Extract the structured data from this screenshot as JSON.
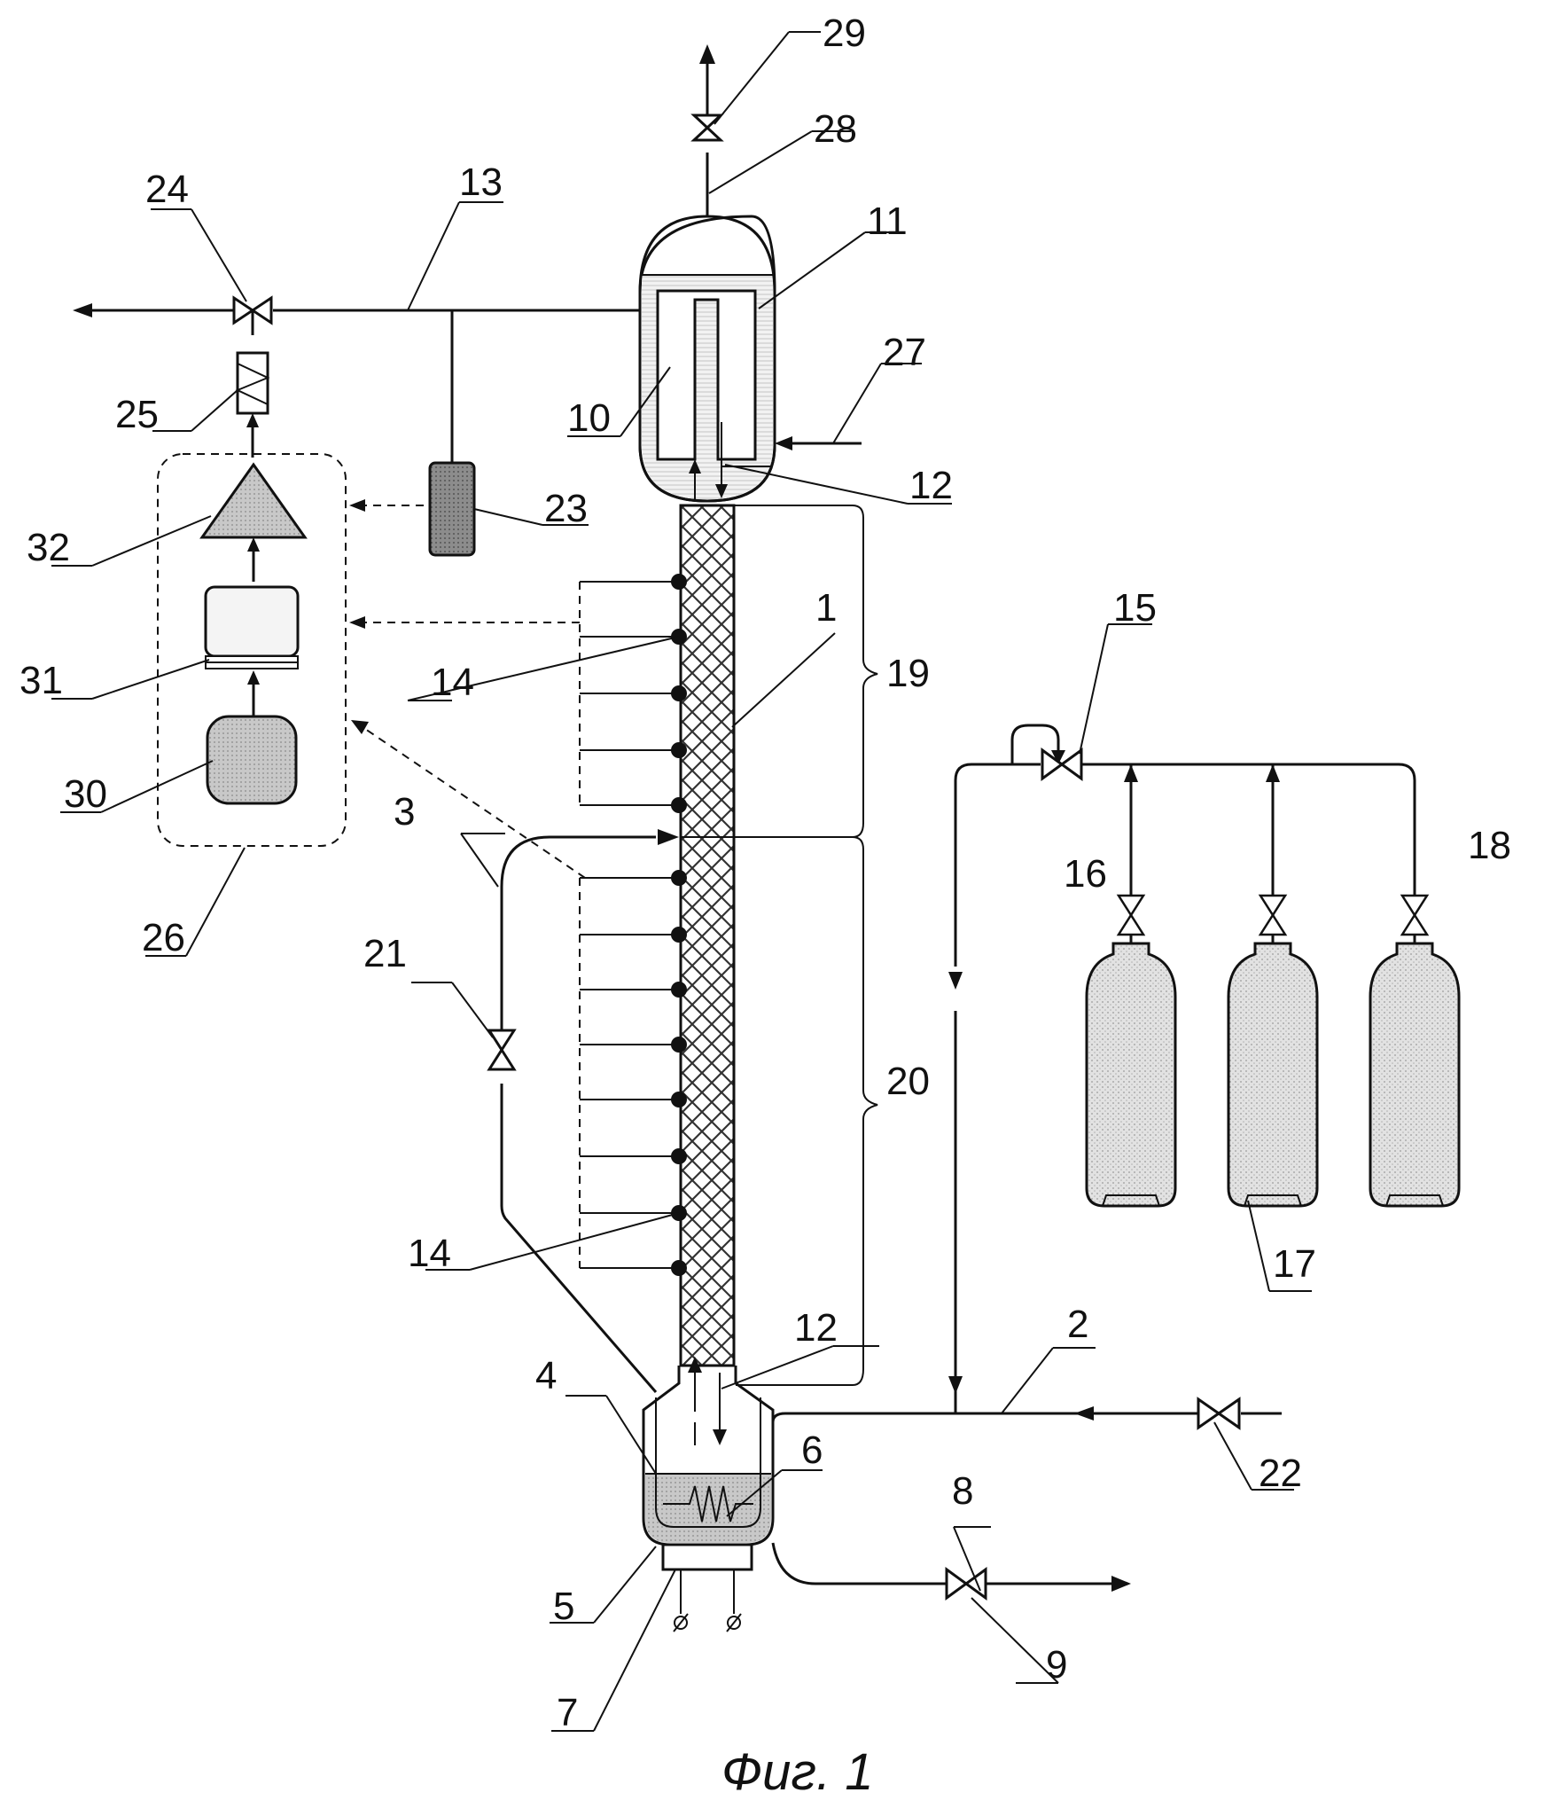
{
  "caption": "Фиг. 1",
  "labels": {
    "l1": "1",
    "l2": "2",
    "l3": "3",
    "l4": "4",
    "l5": "5",
    "l6": "6",
    "l7": "7",
    "l8": "8",
    "l9": "9",
    "l10": "10",
    "l11": "11",
    "l12a": "12",
    "l12b": "12",
    "l13": "13",
    "l14a": "14",
    "l14b": "14",
    "l15": "15",
    "l16": "16",
    "l17": "17",
    "l18": "18",
    "l19": "19",
    "l20": "20",
    "l21": "21",
    "l22": "22",
    "l23": "23",
    "l24": "24",
    "l25": "25",
    "l26": "26",
    "l27": "27",
    "l28": "28",
    "l29": "29",
    "l30": "30",
    "l31": "31",
    "l32": "32"
  },
  "colors": {
    "line": "#111111",
    "column_hatch": "#333333",
    "cylinder_fill": "#dddddd",
    "sensor_fill": "#8a8a8a",
    "module_fill": "#c4c4c4"
  }
}
